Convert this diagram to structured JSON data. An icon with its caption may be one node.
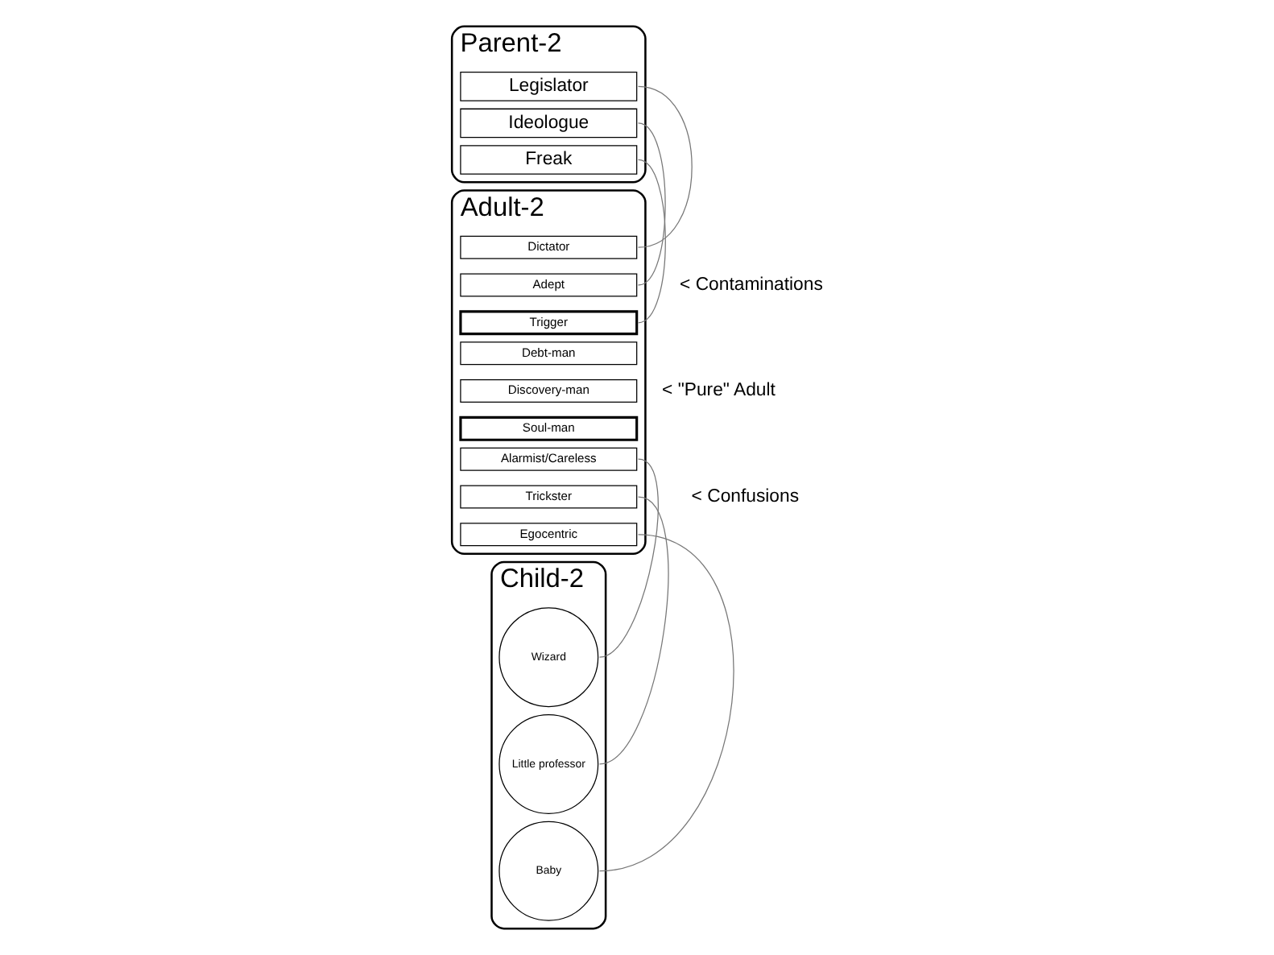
{
  "diagram": {
    "nodes": [
      {
        "text": [
          "Parent-2"
        ]
      },
      {
        "text": [
          "Legislator"
        ],
        "in": 0
      },
      {
        "text": [
          "Ideologue"
        ],
        "in": 0
      },
      {
        "text": [
          "Freak"
        ],
        "in": 0
      },
      {
        "text": [
          "Adult-2"
        ]
      },
      {
        "text": [
          "Dictator"
        ],
        "in": 4
      },
      {
        "text": [
          "Adept"
        ],
        "in": 4
      },
      {
        "text": [
          "Trigger"
        ],
        "in": 4
      },
      {
        "text": [
          "Debt-man"
        ],
        "in": 4
      },
      {
        "text": [
          "Discovery-man"
        ],
        "in": 4
      },
      {
        "text": [
          "Soul-man"
        ],
        "in": 4
      },
      {
        "text": [
          "Alarmist/Careless"
        ],
        "in": 4
      },
      {
        "text": [
          "Trickster"
        ],
        "in": 4
      },
      {
        "text": [
          "Egocentric"
        ],
        "in": 4
      },
      {
        "text": [
          "Child-2"
        ]
      },
      {
        "text": [
          "Wizard"
        ],
        "in": 14
      },
      {
        "text": [
          "Little professor"
        ],
        "in": 14
      },
      {
        "text": [
          "Baby"
        ],
        "in": 14
      }
    ],
    "edges": [
      {
        "from": 1,
        "to": 5,
        "arrow": "none"
      },
      {
        "from": 2,
        "to": 6,
        "arrow": "none"
      },
      {
        "from": 3,
        "to": 7,
        "arrow": "none"
      },
      {
        "from": 15,
        "to": 11,
        "arrow": "none"
      },
      {
        "from": 16,
        "to": 12,
        "arrow": "none"
      },
      {
        "from": 17,
        "to": 13,
        "arrow": "none"
      }
    ],
    "labels": [
      "< Contaminations",
      "< \"Pure\" Adult",
      "< Confusions"
    ]
  }
}
